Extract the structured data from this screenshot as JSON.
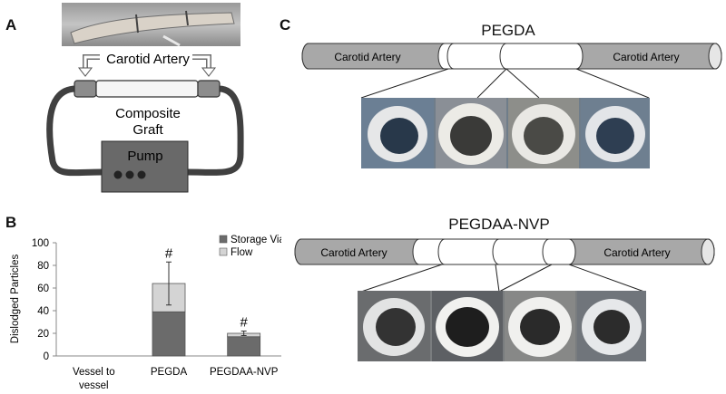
{
  "panels": {
    "a": "A",
    "b": "B",
    "c": "C"
  },
  "panel_a": {
    "artery_label": "Carotid Artery",
    "graft_label_line1": "Composite",
    "graft_label_line2": "Graft",
    "pump_label": "Pump"
  },
  "panel_c": {
    "top": {
      "title": "PEGDA",
      "left_artery": "Carotid Artery",
      "right_artery": "Carotid Artery"
    },
    "bottom": {
      "title": "PEGDAA-NVP",
      "left_artery": "Carotid Artery",
      "right_artery": "Carotid Artery"
    }
  },
  "chart_data": {
    "type": "bar",
    "stacked": true,
    "categories": [
      "Vessel to vessel",
      "PEGDA",
      "PEGDAA-NVP"
    ],
    "category_lines": [
      [
        "Vessel to",
        "vessel"
      ],
      [
        "PEGDA"
      ],
      [
        "PEGDAA-NVP"
      ]
    ],
    "series": [
      {
        "name": "Storage Vial",
        "values": [
          0,
          39,
          17
        ],
        "color": "#6b6b6b"
      },
      {
        "name": "Flow",
        "values": [
          0,
          25,
          3
        ],
        "color": "#d4d4d4"
      }
    ],
    "error_bars": [
      null,
      19,
      2
    ],
    "annotations": [
      "",
      "#",
      "#"
    ],
    "ylabel": "Dislodged Particles",
    "ylim": [
      0,
      100
    ],
    "yticks": [
      0,
      20,
      40,
      60,
      80,
      100
    ],
    "legend": "top-right",
    "grid": false
  }
}
